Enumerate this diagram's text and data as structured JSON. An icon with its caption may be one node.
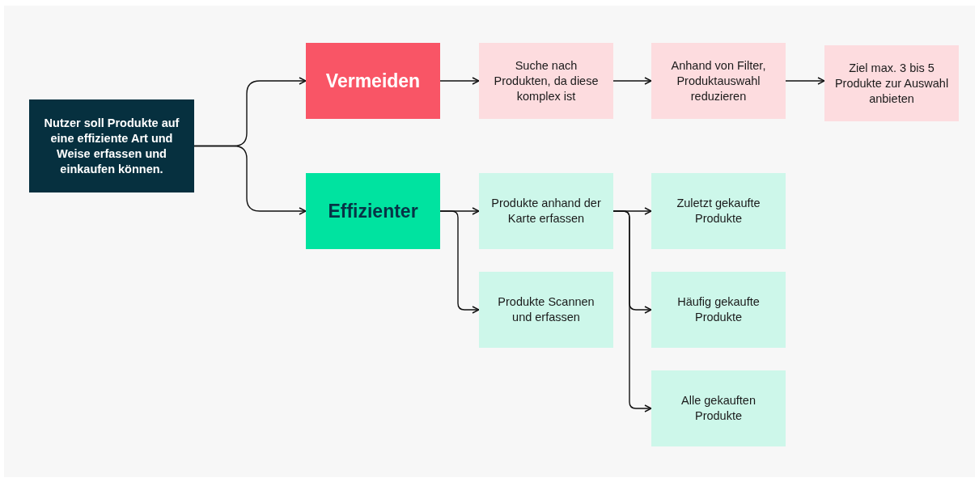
{
  "diagram": {
    "nodes": [
      {
        "text": [
          "Nutzer soll Produkte auf eine effiziente Art und Weise erfassen und einkaufen können."
        ]
      },
      {
        "text": [
          "Vermeiden"
        ]
      },
      {
        "text": [
          "Suche nach Produkten, da diese komplex ist"
        ]
      },
      {
        "text": [
          "Anhand von Filter, Produktauswahl reduzieren"
        ]
      },
      {
        "text": [
          "Ziel max. 3 bis 5 Produkte zur Auswahl anbieten"
        ]
      },
      {
        "text": [
          "Effizienter"
        ]
      },
      {
        "text": [
          "Produkte anhand der Karte erfassen"
        ]
      },
      {
        "text": [
          "Zuletzt gekaufte Produkte"
        ]
      },
      {
        "text": [
          "Produkte Scannen und erfassen"
        ]
      },
      {
        "text": [
          "Häufig gekaufte Produkte"
        ]
      },
      {
        "text": [
          "Alle gekauften Produkte"
        ]
      }
    ],
    "edges": [
      {
        "from": 0,
        "to": 1,
        "arrow": "to"
      },
      {
        "from": 0,
        "to": 5,
        "arrow": "to"
      },
      {
        "from": 1,
        "to": 2,
        "arrow": "to"
      },
      {
        "from": 2,
        "to": 3,
        "arrow": "to"
      },
      {
        "from": 3,
        "to": 4,
        "arrow": "to"
      },
      {
        "from": 5,
        "to": 6,
        "arrow": "to"
      },
      {
        "from": 5,
        "to": 8,
        "arrow": "to"
      },
      {
        "from": 6,
        "to": 7,
        "arrow": "to"
      },
      {
        "from": 6,
        "to": 9,
        "arrow": "to"
      },
      {
        "from": 6,
        "to": 10,
        "arrow": "to"
      }
    ]
  }
}
